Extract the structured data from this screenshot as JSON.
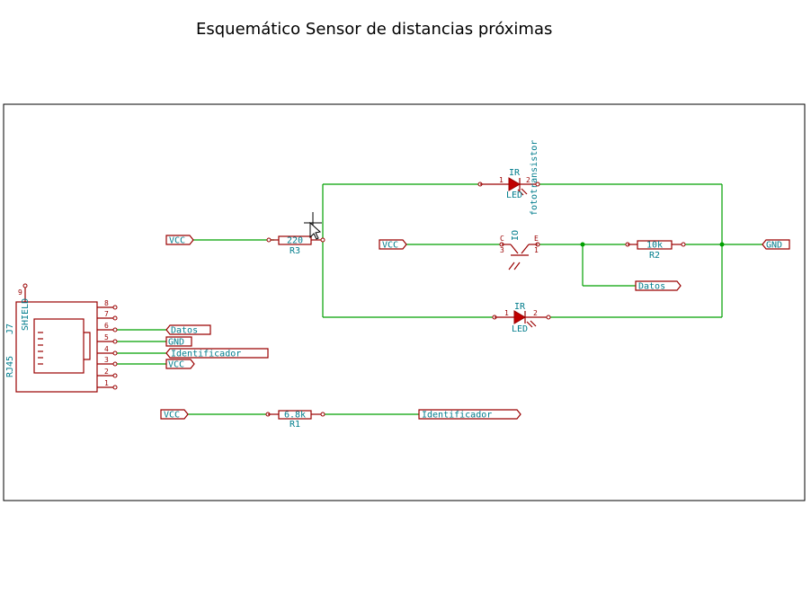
{
  "title": "Esquemático Sensor de distancias próximas",
  "components": {
    "r3": {
      "value": "220",
      "ref": "R3"
    },
    "r2": {
      "value": "10k",
      "ref": "R2"
    },
    "r1": {
      "value": "6.8k",
      "ref": "R1"
    },
    "led_top": {
      "value": "IR",
      "ref": "LED"
    },
    "led_bottom": {
      "value": "IR",
      "ref": "LED"
    },
    "phototransistor": {
      "value": "fototransistor",
      "ref": "IO"
    },
    "rj45": {
      "value": "RJ45",
      "ref": "J7",
      "shield": "SHIELD",
      "pin9": "9",
      "pins": [
        "8",
        "7",
        "6",
        "5",
        "4",
        "3",
        "2",
        "1"
      ]
    }
  },
  "pin_numbers": {
    "led_a": "1",
    "led_k": "2",
    "q_c": "3",
    "q_e": "1",
    "q_b": "C",
    "q_e2": "E"
  },
  "nets": {
    "vcc": "VCC",
    "gnd": "GND",
    "datos": "Datos",
    "identificador": "Identificador"
  },
  "colors": {
    "wire": "#00a000",
    "component": "#9a0000",
    "label": "#007c8c"
  }
}
